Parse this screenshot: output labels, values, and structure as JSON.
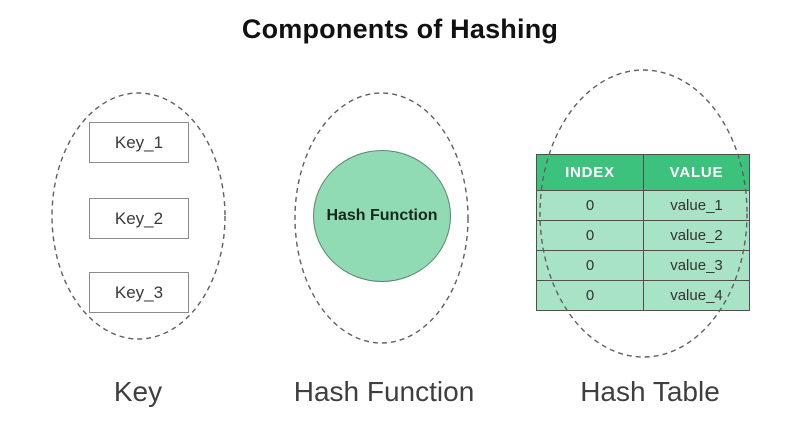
{
  "title": "Components of Hashing",
  "colors": {
    "table_header_green": "#3cc27c",
    "table_row_green": "#a9e3c5",
    "circle_green": "#90dbb4",
    "dashed_outline_gray": "#606060",
    "label_gray": "#3f3f3f"
  },
  "key_section": {
    "label": "Key",
    "boxes": [
      "Key_1",
      "Key_2",
      "Key_3"
    ]
  },
  "hash_function_section": {
    "label": "Hash Function",
    "circle_text": "Hash Function"
  },
  "hash_table_section": {
    "label": "Hash Table",
    "columns": [
      "INDEX",
      "VALUE"
    ],
    "rows": [
      {
        "index": "0",
        "value": "value_1"
      },
      {
        "index": "0",
        "value": "value_2"
      },
      {
        "index": "0",
        "value": "value_3"
      },
      {
        "index": "0",
        "value": "value_4"
      }
    ]
  }
}
